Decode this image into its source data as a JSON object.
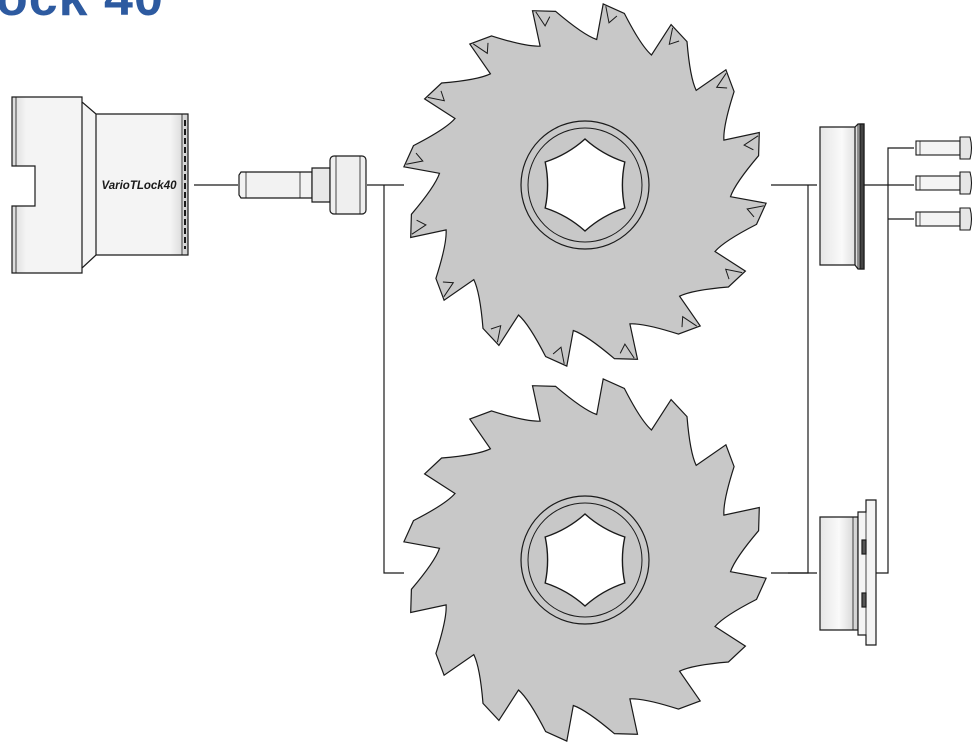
{
  "title_fragment": "ock 40",
  "labels": {
    "holder_engraving": "VarioTLock40"
  },
  "colors": {
    "title": "#2d5aa0",
    "part_fill": "#c8c8c8",
    "outline": "#1a1a1a",
    "background": "#ffffff"
  },
  "parts": [
    {
      "name": "tool-holder",
      "icon": "cylindrical-holder-with-slot"
    },
    {
      "name": "clamping-screw",
      "icon": "socket-head-screw"
    },
    {
      "name": "saw-blade-upper",
      "icon": "gear-blade-16-teeth"
    },
    {
      "name": "saw-blade-lower",
      "icon": "gear-blade-16-teeth"
    },
    {
      "name": "clamping-disc-upper",
      "icon": "flange-disc"
    },
    {
      "name": "clamping-disc-lower",
      "icon": "flange-disc-with-plate"
    },
    {
      "name": "mounting-screws",
      "icon": "small-cap-screw",
      "count": 3
    }
  ]
}
